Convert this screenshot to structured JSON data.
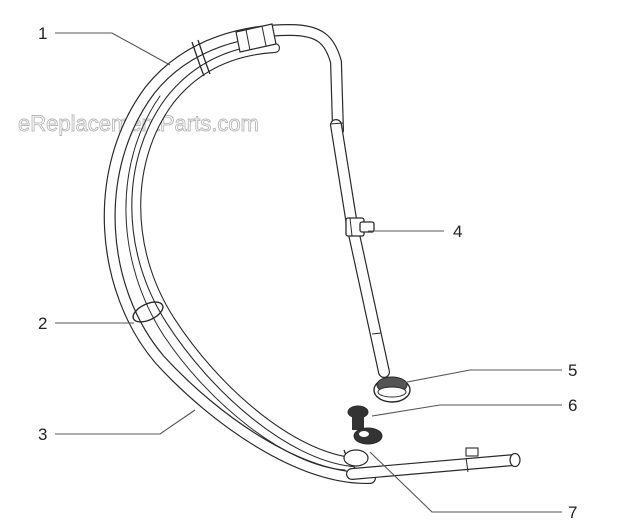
{
  "watermark": "eReplacementParts.com",
  "callouts": [
    "1",
    "2",
    "3",
    "4",
    "5",
    "6",
    "7"
  ],
  "colors": {
    "line": "#2a2a2a",
    "leader": "#555555",
    "part_fill": "#ffffff",
    "dark_fitting": "#333333"
  }
}
